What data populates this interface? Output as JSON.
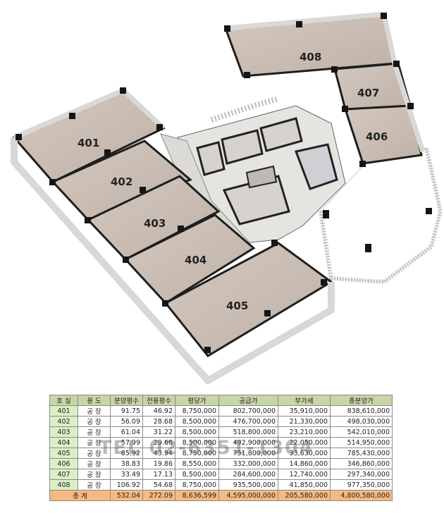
{
  "plan": {
    "units": [
      {
        "id": "u401",
        "label": "401"
      },
      {
        "id": "u402",
        "label": "402"
      },
      {
        "id": "u403",
        "label": "403"
      },
      {
        "id": "u404",
        "label": "404"
      },
      {
        "id": "u405",
        "label": "405"
      },
      {
        "id": "u406",
        "label": "406"
      },
      {
        "id": "u407",
        "label": "407"
      },
      {
        "id": "u408",
        "label": "408"
      }
    ]
  },
  "table": {
    "headers": [
      "호 실",
      "용 도",
      "분양평수",
      "전용평수",
      "평당가",
      "공급가",
      "부가세",
      "총분양가"
    ],
    "rows": [
      [
        "401",
        "공 장",
        "91.75",
        "46.92",
        "8,750,000",
        "802,700,000",
        "35,910,000",
        "838,610,000"
      ],
      [
        "402",
        "공 장",
        "56.09",
        "28.68",
        "8,500,000",
        "476,700,000",
        "21,330,000",
        "498,030,000"
      ],
      [
        "403",
        "공 장",
        "61.04",
        "31.22",
        "8,500,000",
        "518,800,000",
        "23,210,000",
        "542,010,000"
      ],
      [
        "404",
        "공 장",
        "57.99",
        "29.66",
        "8,500,000",
        "492,900,000",
        "22,050,000",
        "514,950,000"
      ],
      [
        "405",
        "공 장",
        "85.92",
        "43.94",
        "8,750,000",
        "751,800,000",
        "33,630,000",
        "785,430,000"
      ],
      [
        "406",
        "공 장",
        "38.83",
        "19.86",
        "8,550,000",
        "332,000,000",
        "14,860,000",
        "346,860,000"
      ],
      [
        "407",
        "공 장",
        "33.49",
        "17.13",
        "8,500,000",
        "284,600,000",
        "12,740,000",
        "297,340,000"
      ],
      [
        "408",
        "공 장",
        "106.92",
        "54.68",
        "8,750,000",
        "935,500,000",
        "41,850,000",
        "977,350,000"
      ]
    ],
    "total": [
      "총 계",
      "532.04",
      "272.09",
      "8,636,599",
      "4,595,000,000",
      "205,580,000",
      "4,800,580,000"
    ]
  },
  "watermark": "TEL 02-6351-1304",
  "colors": {
    "header": "#c7d6a6",
    "unit_cell": "#dcefc7",
    "total_row": "#f7b980",
    "floor": "#c9bcb2",
    "wall": "#1e1e1e"
  }
}
